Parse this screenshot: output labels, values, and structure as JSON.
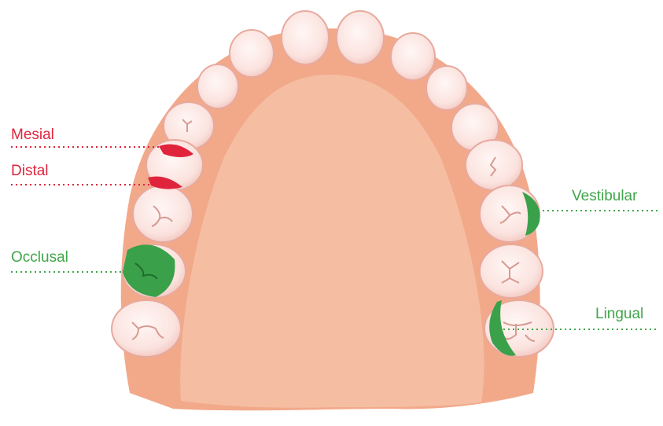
{
  "labels": {
    "mesial": "Mesial",
    "distal": "Distal",
    "occlusal": "Occlusal",
    "vestibular": "Vestibular",
    "lingual": "Lingual"
  },
  "colors": {
    "highlight_red": "#e0243c",
    "highlight_green": "#3fa64a",
    "gum": "#f2a98a",
    "palate": "#f5bea3",
    "tooth": "#fbe7e3"
  }
}
